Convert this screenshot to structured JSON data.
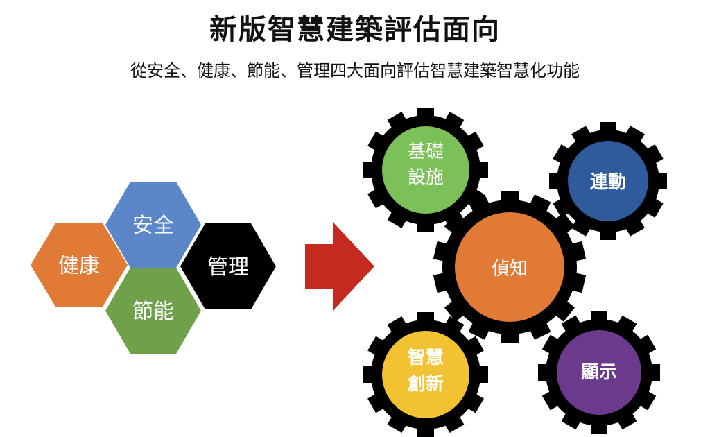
{
  "title": "新版智慧建築評估面向",
  "subtitle": "從安全、健康、節能、管理四大面向評估智慧建築智慧化功能",
  "hexagons": [
    {
      "label": "安全",
      "color": "#5b87c9"
    },
    {
      "label": "健康",
      "color": "#e07a35"
    },
    {
      "label": "管理",
      "color": "#000000"
    },
    {
      "label": "節能",
      "color": "#6fa14a"
    }
  ],
  "arrow_color": "#c42a1e",
  "gears": [
    {
      "lines": [
        "基礎",
        "設施"
      ],
      "color": "#7cc05a"
    },
    {
      "lines": [
        "連動"
      ],
      "color": "#2f5a9c"
    },
    {
      "lines": [
        "偵知"
      ],
      "color": "#e07a35"
    },
    {
      "lines": [
        "智慧",
        "創新"
      ],
      "color": "#f2c232"
    },
    {
      "lines": [
        "顯示"
      ],
      "color": "#6b3a8c"
    }
  ]
}
